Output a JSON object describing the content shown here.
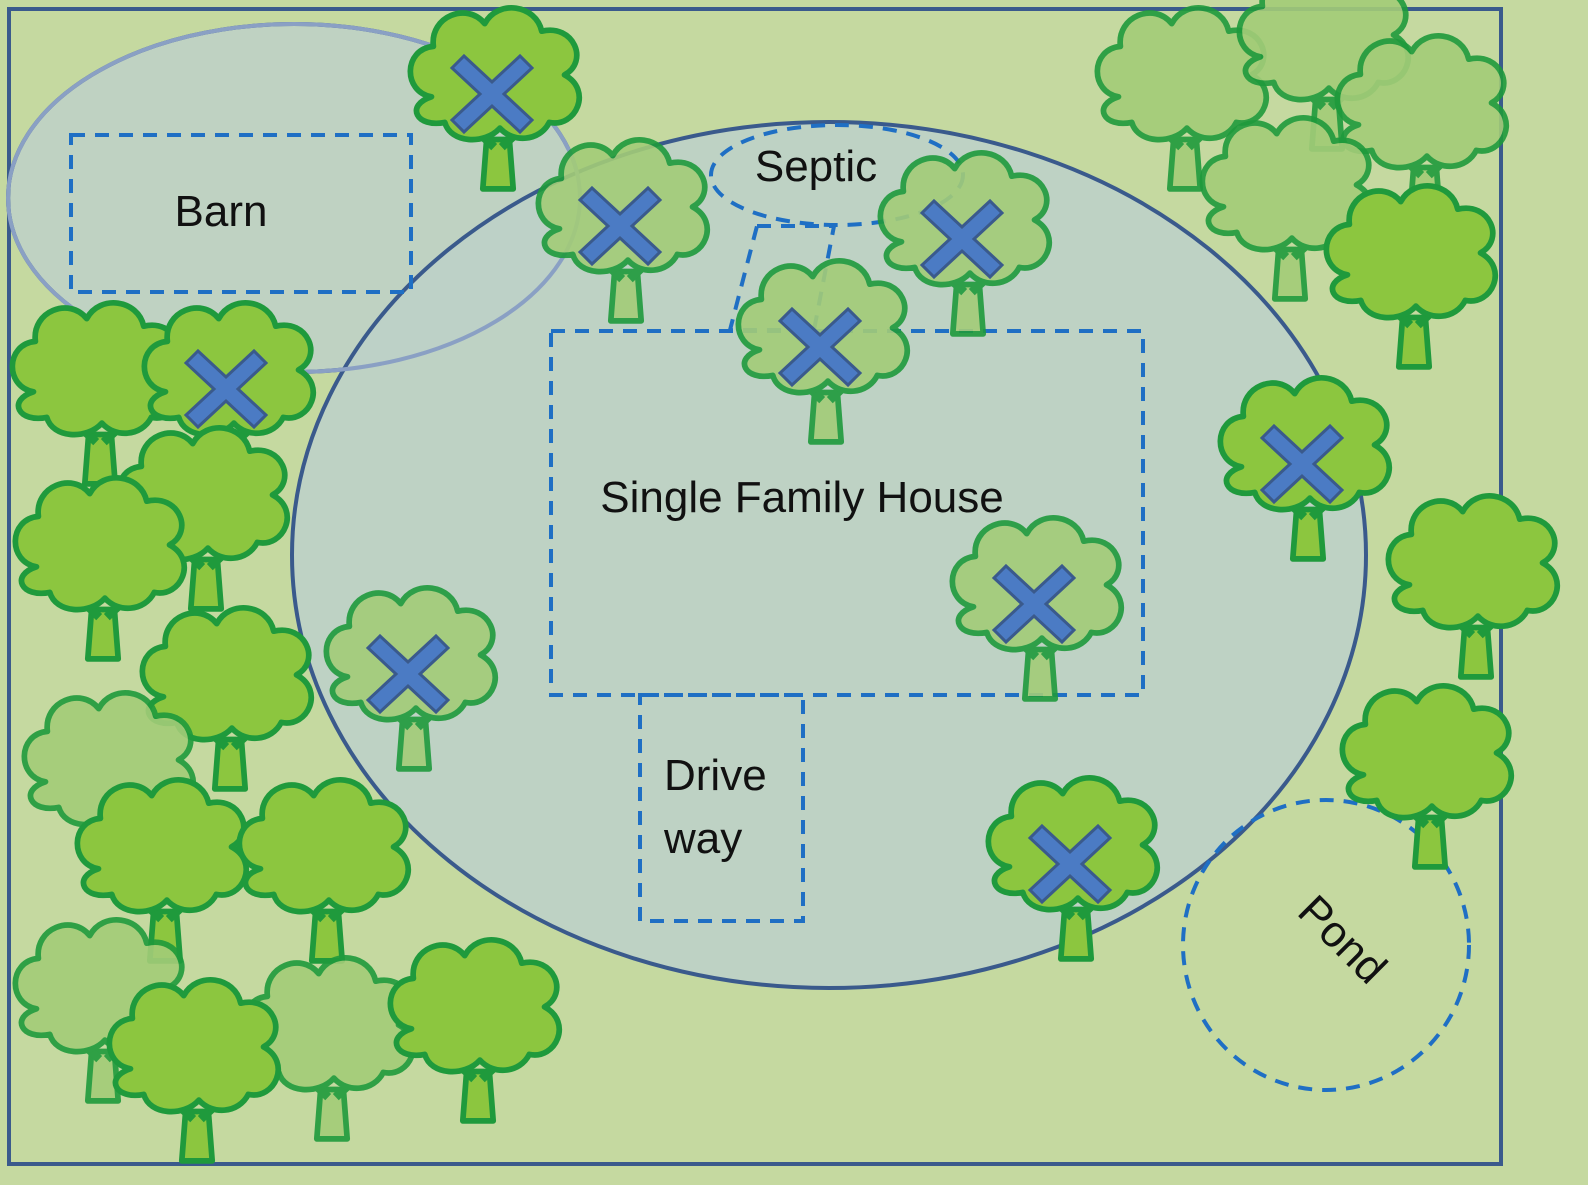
{
  "labels": {
    "barn": "Barn",
    "septic": "Septic",
    "house": "Single Family House",
    "driveway_line1": "Drive",
    "driveway_line2": "way",
    "pond": "Pond"
  },
  "colors": {
    "background": "#c5d9a0",
    "border": "#3a5a8c",
    "clearing_fill": "#bdd0c8",
    "dashed_outline": "#1f6fc4",
    "tree_dark": "#8cc63f",
    "tree_light": "#a3cc78",
    "tree_outline": "#1f9a3c",
    "marker": "#4b7bc4"
  },
  "icons": {
    "tree": "tree-icon",
    "removal_marker": "x-mark-icon"
  }
}
